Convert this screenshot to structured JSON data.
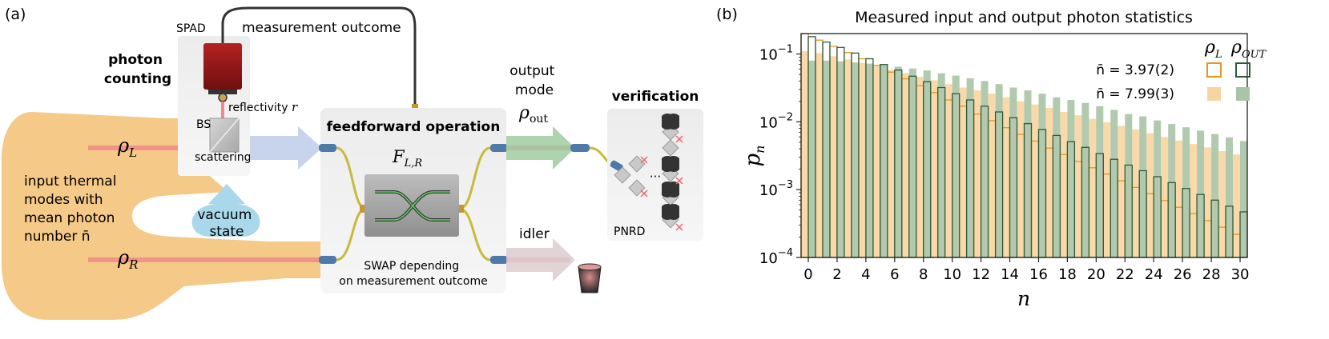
{
  "panel_a": {
    "label": "(a)",
    "spad": "SPAD",
    "measurement_outcome": "measurement outcome",
    "photon_counting": [
      "photon",
      "counting"
    ],
    "reflectivity": "reflectivity r",
    "bs": "BS",
    "scattering": "scattering",
    "vacuum_state": [
      "vacuum",
      "state"
    ],
    "rho_l": "ρL",
    "rho_r": "ρR",
    "input_modes": [
      "input thermal",
      "modes with",
      "mean photon",
      "number  n̄"
    ],
    "feedforward": "feedforward operation",
    "f_lr": "F",
    "f_lr_sub": "L,R",
    "swap": [
      "SWAP depending",
      "on measurement outcome"
    ],
    "output_mode": [
      "output",
      "mode"
    ],
    "rho_out": "ρ",
    "rho_out_sub": "out",
    "idler": "idler",
    "verification": "verification",
    "pnrd": "PNRD",
    "dots": "···"
  },
  "colors": {
    "input_blob": "#f5c987",
    "beam_red": "#f08a8a",
    "arrow_blue": "#c8d3ec",
    "arrow_green": "#9fcc9f",
    "arrow_grey": "#d9c8cc",
    "spad_red": "#9e1a1a",
    "vacuum": "#a9d8ea",
    "fiber_yellow": "#c9b93a",
    "connector_blue": "#4d7aa8",
    "orange_series": "#e8961e",
    "green_series": "#2f5a3a",
    "orange_fill": "#f8d5a0",
    "green_fill": "#a9c4a6"
  },
  "chart_data": {
    "type": "bar",
    "panel_label": "(b)",
    "title": "Measured input and output photon statistics",
    "xlabel": "n",
    "ylabel": "p",
    "ylabel_sub": "n",
    "ylim": [
      0.0001,
      0.2
    ],
    "yscale": "log",
    "y_ticks": [
      {
        "value": 0.1,
        "base": "10",
        "exp": "−1"
      },
      {
        "value": 0.01,
        "base": "10",
        "exp": "−2"
      },
      {
        "value": 0.001,
        "base": "10",
        "exp": "−3"
      },
      {
        "value": 0.0001,
        "base": "10",
        "exp": "−4"
      }
    ],
    "x_ticks": [
      0,
      2,
      4,
      6,
      8,
      10,
      12,
      14,
      16,
      18,
      20,
      22,
      24,
      26,
      28,
      30
    ],
    "x": [
      0,
      1,
      2,
      3,
      4,
      5,
      6,
      7,
      8,
      9,
      10,
      11,
      12,
      13,
      14,
      15,
      16,
      17,
      18,
      19,
      20,
      21,
      22,
      23,
      24,
      25,
      26,
      27,
      28,
      29,
      30
    ],
    "legend": {
      "col1": "ρL",
      "col2": "ρOUT",
      "row1": "n̄ = 3.97(2)",
      "row2": "n̄ = 7.99(3)"
    },
    "series": [
      {
        "name": "n̄ = 7.99(3) ρL",
        "style": "fill",
        "color": "#f8d5a0",
        "values": [
          0.11,
          0.103,
          0.093,
          0.083,
          0.074,
          0.066,
          0.058,
          0.052,
          0.046,
          0.041,
          0.036,
          0.032,
          0.029,
          0.026,
          0.023,
          0.02,
          0.018,
          0.016,
          0.014,
          0.0125,
          0.011,
          0.0098,
          0.0087,
          0.0077,
          0.0068,
          0.006,
          0.0053,
          0.0047,
          0.0042,
          0.0037,
          0.0033
        ]
      },
      {
        "name": "n̄ = 7.99(3) ρOUT",
        "style": "fill",
        "color": "#a9c4a6",
        "values": [
          0.08,
          0.08,
          0.078,
          0.075,
          0.072,
          0.069,
          0.065,
          0.061,
          0.057,
          0.052,
          0.048,
          0.044,
          0.04,
          0.036,
          0.032,
          0.029,
          0.026,
          0.023,
          0.021,
          0.019,
          0.017,
          0.015,
          0.013,
          0.012,
          0.0105,
          0.0093,
          0.0083,
          0.0074,
          0.0066,
          0.0059,
          0.0052
        ]
      },
      {
        "name": "n̄ = 3.97(2) ρL",
        "style": "outline",
        "color": "#e8961e",
        "values": [
          0.2,
          0.16,
          0.13,
          0.105,
          0.085,
          0.068,
          0.054,
          0.043,
          0.034,
          0.027,
          0.021,
          0.017,
          0.013,
          0.0104,
          0.0082,
          0.0065,
          0.0052,
          0.0041,
          0.0033,
          0.0026,
          0.0021,
          0.0017,
          0.00135,
          0.00108,
          0.00087,
          0.00069,
          0.00055,
          0.00044,
          0.00035,
          0.00028,
          0.00022
        ]
      },
      {
        "name": "n̄ = 3.97(2) ρOUT",
        "style": "outline",
        "color": "#2f5a3a",
        "values": [
          0.18,
          0.15,
          0.125,
          0.103,
          0.085,
          0.07,
          0.058,
          0.047,
          0.039,
          0.032,
          0.026,
          0.021,
          0.017,
          0.014,
          0.0115,
          0.0094,
          0.0077,
          0.0063,
          0.0051,
          0.0042,
          0.0034,
          0.0028,
          0.0023,
          0.0019,
          0.00155,
          0.00127,
          0.00104,
          0.00085,
          0.0007,
          0.00057,
          0.00047
        ]
      }
    ]
  }
}
